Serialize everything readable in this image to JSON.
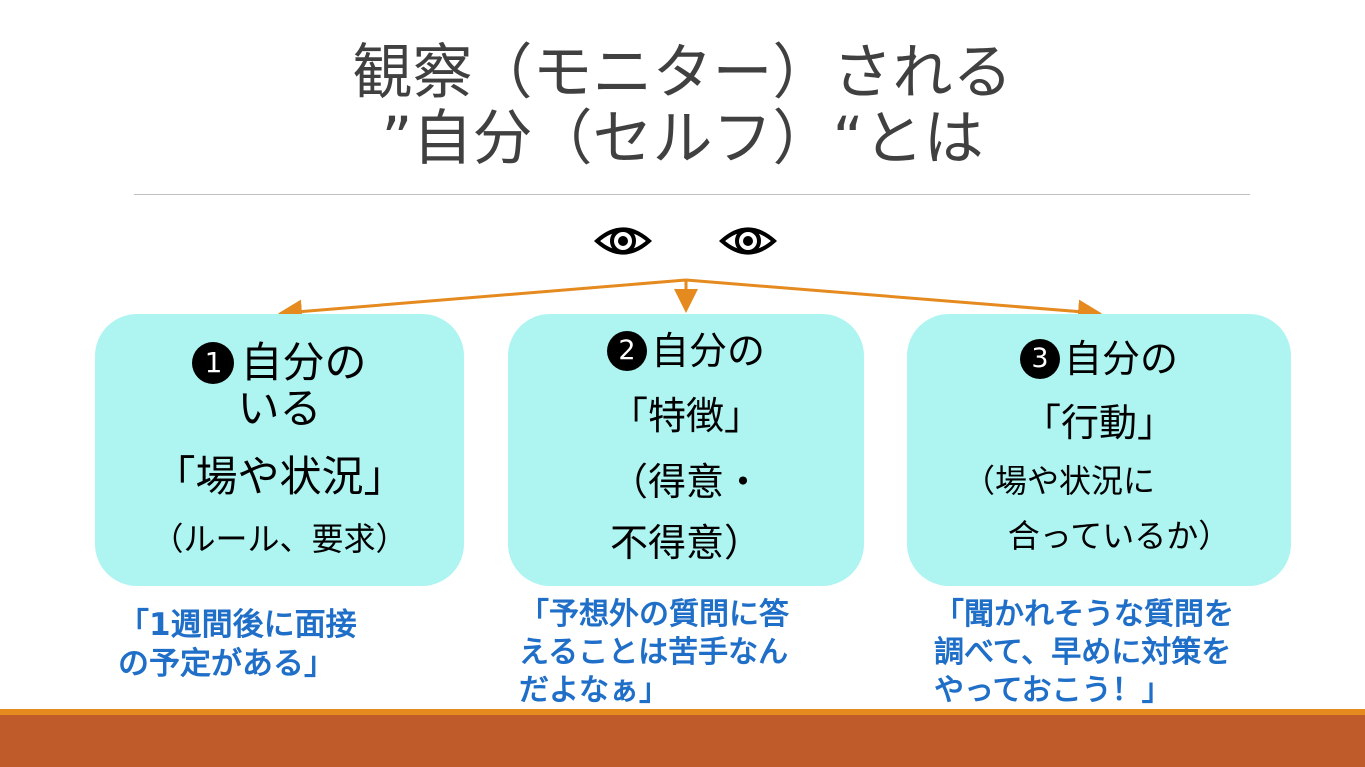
{
  "slide": {
    "title_line1": "観察（モニター）される",
    "title_line2": "”自分（セルフ）“とは"
  },
  "colors": {
    "box_fill": "#aef4f1",
    "connector": "#e58a1f",
    "quote_text": "#1f6fc8",
    "footer_line": "#e58a1f",
    "footer_bar": "#bf5b2b"
  },
  "icons": {
    "left_eye": "eye-icon",
    "right_eye": "eye-icon"
  },
  "boxes": [
    {
      "number": "1",
      "line1": "自分の",
      "line2": "いる",
      "line3": "「場や状況」",
      "line4": "（ルール、要求）"
    },
    {
      "number": "2",
      "line1": "自分の",
      "line2": "「特徴」",
      "line3": "（得意・",
      "line4": "不得意）"
    },
    {
      "number": "3",
      "line1": "自分の",
      "line2": "「行動」",
      "line3": "（場や状況に",
      "line4": "合っているか）"
    }
  ],
  "quotes": [
    {
      "line1": "「1週間後に面接",
      "line2": "の予定がある」"
    },
    {
      "line1": "「予想外の質問に答",
      "line2": "えることは苦手なん",
      "line3": "だよなぁ」"
    },
    {
      "line1": "「聞かれそうな質問を",
      "line2": "調べて、早めに対策を",
      "line3": "やっておこう！」"
    }
  ]
}
